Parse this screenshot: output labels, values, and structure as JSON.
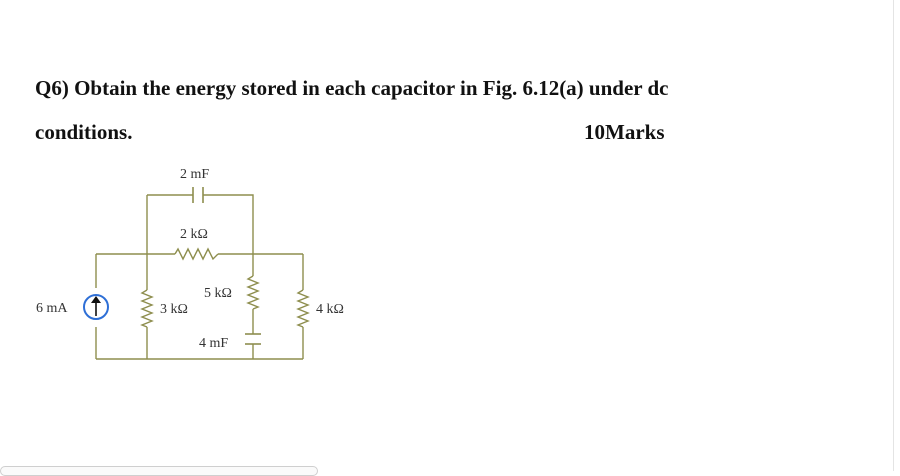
{
  "question": {
    "line1": "Q6) Obtain the energy stored in each capacitor in Fig. 6.12(a) under dc",
    "line2": "conditions.",
    "marks": "10Marks"
  },
  "figure": {
    "components": {
      "current_source": "6 mA",
      "capacitor_top": "2 mF",
      "resistor_top": "2 kΩ",
      "resistor_left": "3 kΩ",
      "resistor_middle": "5 kΩ",
      "capacitor_bottom": "4 mF",
      "resistor_right": "4 kΩ"
    },
    "colors": {
      "wire": "#8e8e4e",
      "source_outline": "#2e6fd6",
      "source_arrow": "#111111"
    }
  }
}
